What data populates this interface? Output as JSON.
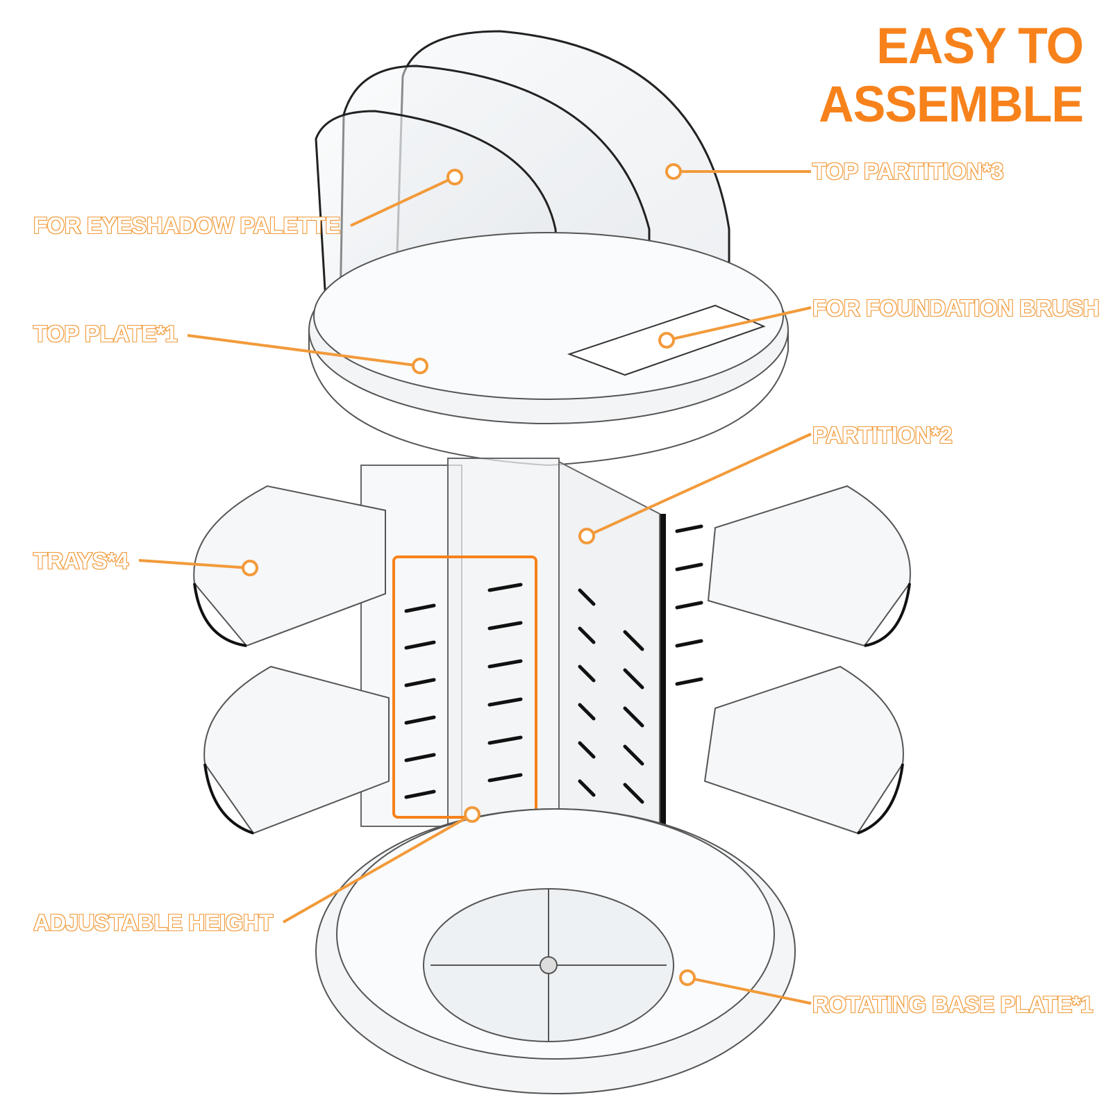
{
  "title": "EASY TO ASSEMBLE",
  "accent_color": "#f7821b",
  "labels": {
    "top_partition": "TOP PARTITION*3",
    "eyeshadow": "FOR EYESHADOW PALETTE",
    "top_plate": "TOP PLATE*1",
    "foundation_brush": "FOR FOUNDATION BRUSH",
    "partition": "PARTITION*2",
    "trays": "TRAYS*4",
    "adjustable_height": "ADJUSTABLE HEIGHT",
    "rotating_base": "ROTATING BASE PLATE*1"
  }
}
